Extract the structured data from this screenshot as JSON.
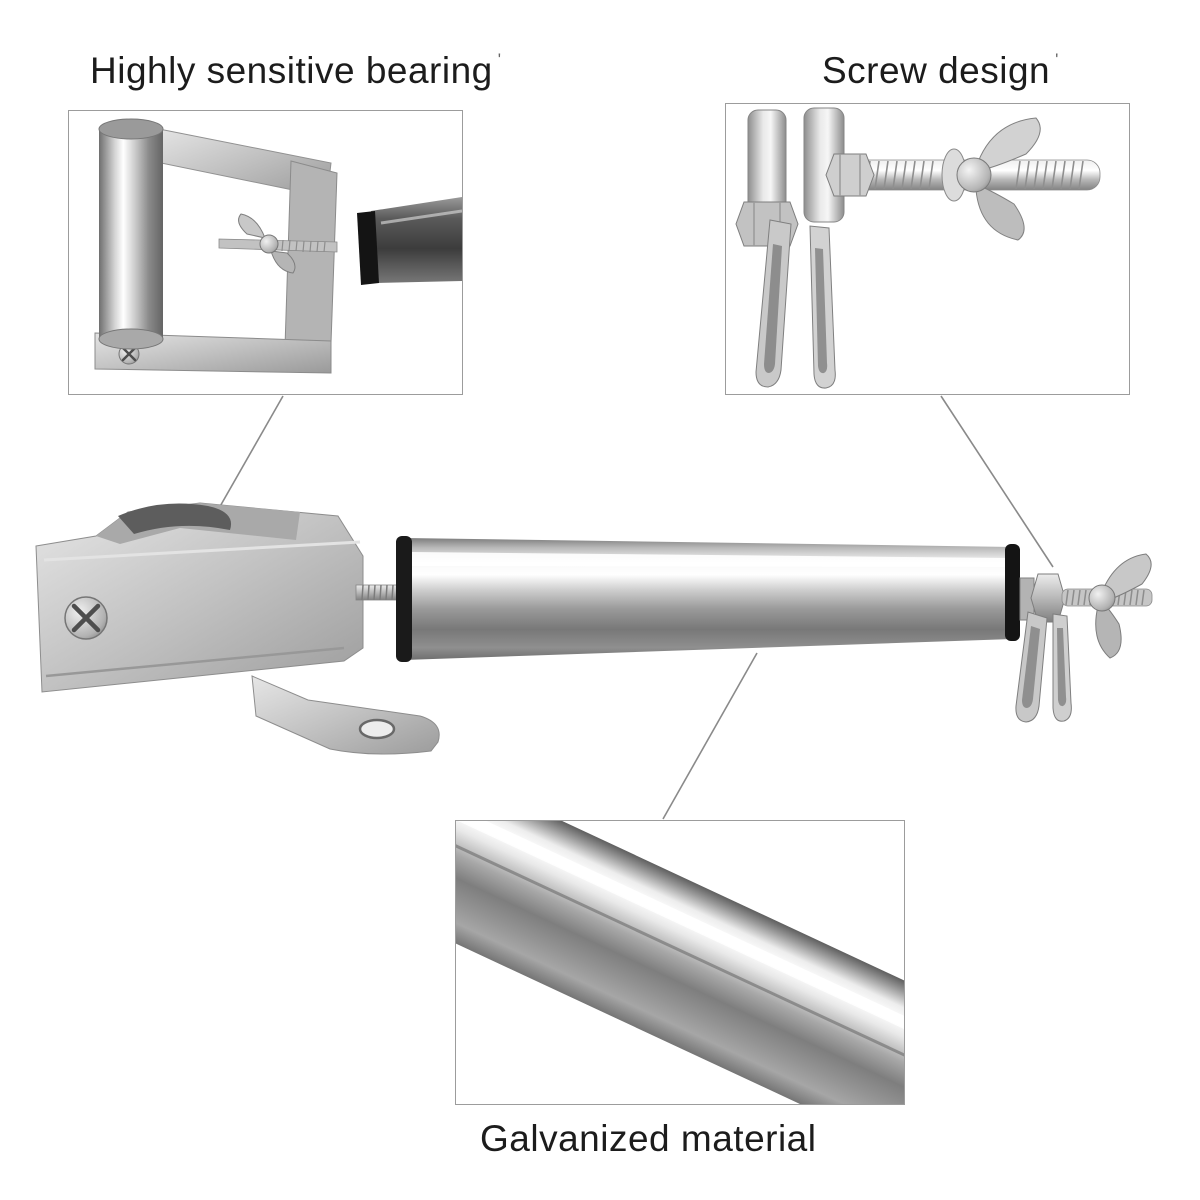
{
  "callouts": {
    "bearing": {
      "label": "Highly sensitive bearing",
      "tick": "'"
    },
    "screw": {
      "label": "Screw design",
      "tick": "'"
    },
    "material": {
      "label": "Galvanized material"
    }
  },
  "colors": {
    "background": "#ffffff",
    "text": "#1c1c1c",
    "frame_border": "#9c9c9c",
    "leader_line": "#8a8a8a",
    "metal_highlight": "#ffffff",
    "metal_light": "#f2f2f2",
    "metal_mid": "#b5b5b5",
    "metal_dark": "#6e6e6e",
    "end_cap_black": "#161616"
  }
}
